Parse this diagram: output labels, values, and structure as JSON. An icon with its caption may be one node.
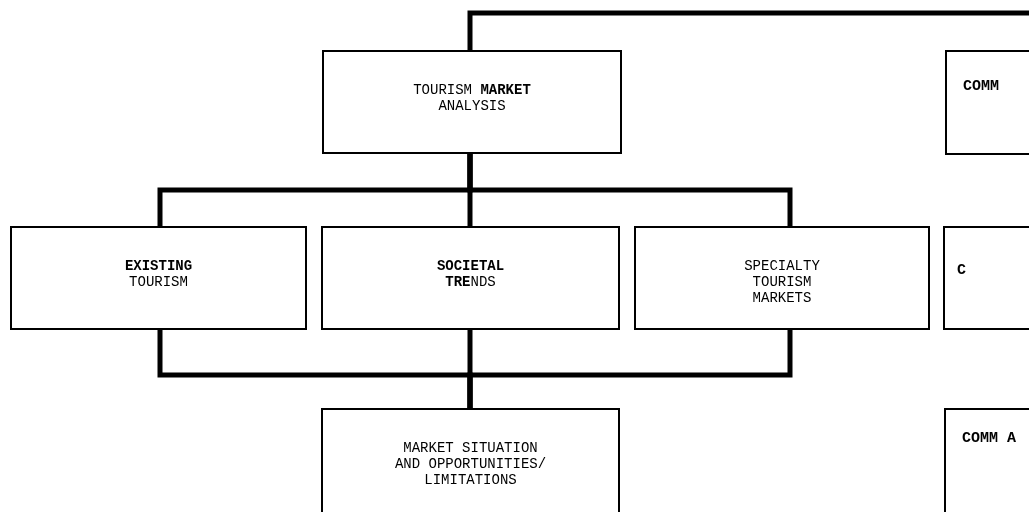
{
  "diagram": {
    "nodes": [
      {
        "text": [
          "TOURISM **MARKET** ANALYSIS"
        ]
      },
      {
        "text": [
          "**EXISTING** TOURISM"
        ]
      },
      {
        "text": [
          "**SOCIETAL** **TRE**NDS"
        ]
      },
      {
        "text": [
          "SPECIALTY TOURISM MARKETS"
        ]
      },
      {
        "text": [
          "MARKET SITUATION AND OPPORTUNITIES/ LIMITATIONS"
        ]
      },
      {
        "text": [
          "COMM"
        ]
      },
      {
        "text": [
          "C"
        ]
      },
      {
        "text": [
          "COMM A"
        ]
      }
    ],
    "edges": [
      {
        "from": 0,
        "to": null,
        "arrow": "none"
      },
      {
        "from": 0,
        "to": 1,
        "arrow": "none"
      },
      {
        "from": 0,
        "to": 2,
        "arrow": "none"
      },
      {
        "from": 0,
        "to": 3,
        "arrow": "none"
      },
      {
        "from": 1,
        "to": 4,
        "arrow": "none"
      },
      {
        "from": 2,
        "to": 4,
        "arrow": "none"
      },
      {
        "from": 3,
        "to": 4,
        "arrow": "none"
      }
    ]
  }
}
